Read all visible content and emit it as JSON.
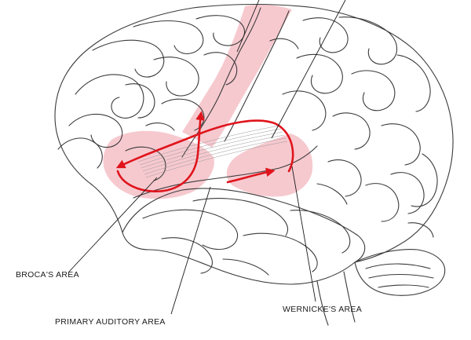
{
  "labels": {
    "broca": "BROCA'S AREA",
    "auditory": "PRIMARY AUDITORY AREA",
    "wernicke": "WERNICKE'S AREA"
  },
  "colors": {
    "highlight": "#f6c9cf",
    "arrow": "#e0141c",
    "ink": "#3a3a3a"
  }
}
